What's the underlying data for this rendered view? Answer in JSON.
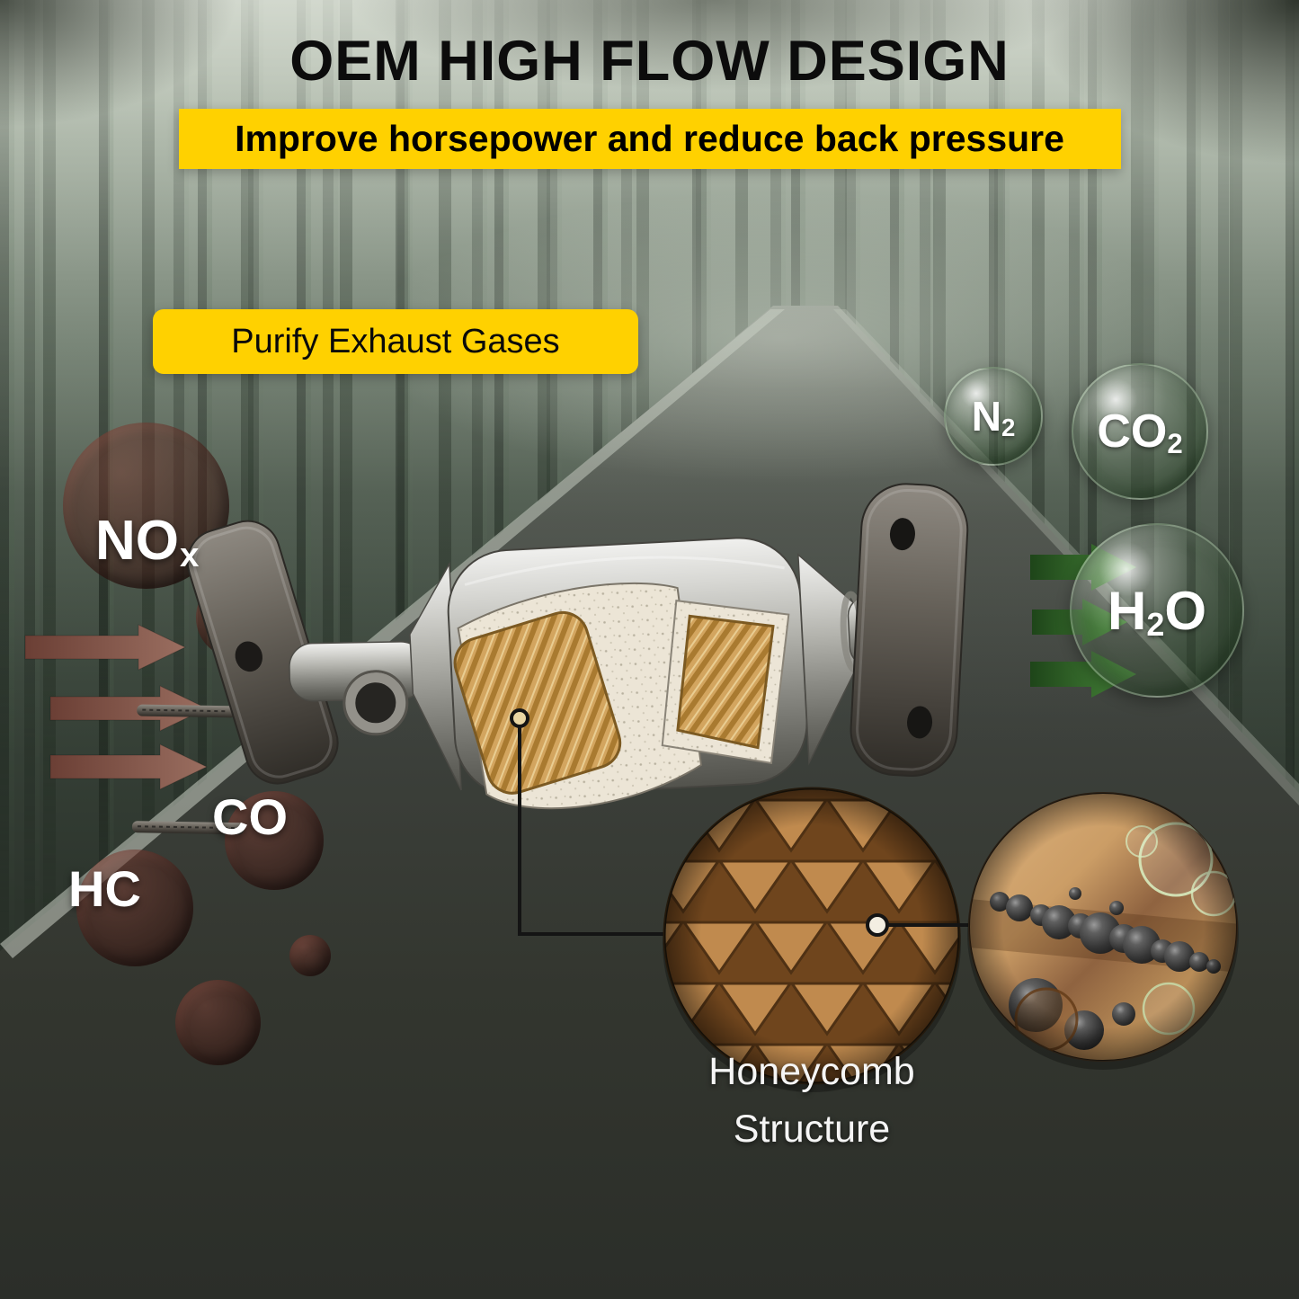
{
  "header": {
    "title": "OEM HIGH FLOW DESIGN",
    "banner": "Improve horsepower and reduce back pressure"
  },
  "labels": {
    "purify": "Purify Exhaust Gases",
    "honeycomb_line1": "Honeycomb",
    "honeycomb_line2": "Structure"
  },
  "gases": {
    "in": {
      "nox": {
        "base": "NO",
        "sub": "x",
        "tail": ""
      },
      "co": {
        "base": "CO",
        "sub": "",
        "tail": ""
      },
      "hc": {
        "base": "HC",
        "sub": "",
        "tail": ""
      }
    },
    "out": {
      "n2": {
        "base": "N",
        "sub": "2",
        "tail": ""
      },
      "co2": {
        "base": "CO",
        "sub": "2",
        "tail": ""
      },
      "h2o": {
        "base": "H",
        "sub": "2",
        "tail": "O"
      }
    }
  },
  "colors": {
    "accent_yellow": "#FFD100",
    "text_black": "#111111",
    "label_white": "#FFFFFF",
    "arrow_in_brown": "#7E4F43",
    "arrow_out_green": "#2F6B28",
    "honeycomb_brown": "#BF8C4F"
  }
}
